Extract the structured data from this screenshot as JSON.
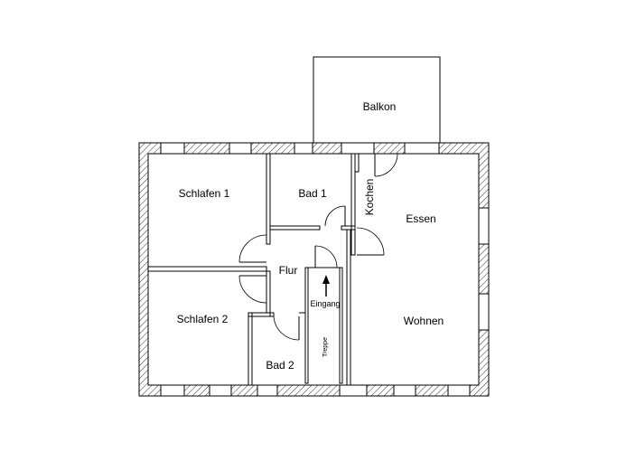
{
  "rooms": {
    "balkon": "Balkon",
    "schlafen1": "Schlafen 1",
    "bad1": "Bad 1",
    "kochen": "Kochen",
    "essen": "Essen",
    "flur": "Flur",
    "eingang": "Eingang",
    "schlafen2": "Schlafen 2",
    "wohnen": "Wohnen",
    "bad2": "Bad 2",
    "treppe": "Treppe"
  }
}
